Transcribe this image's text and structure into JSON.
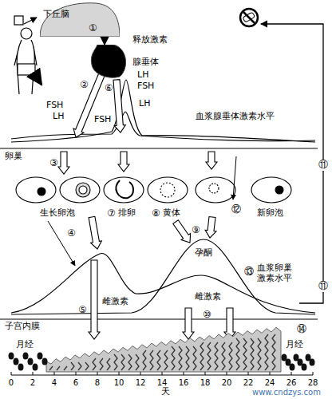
{
  "diagram": {
    "nodes": [
      {
        "text": [
          "下丘脑"
        ]
      },
      {
        "text": [
          "腺垂体"
        ]
      }
    ],
    "edges": [
      {
        "from": 0,
        "to": 1,
        "arrow": "to",
        "label": "①"
      }
    ],
    "labels": [
      "释放激素",
      "②",
      "⑥",
      "FSH",
      "LH",
      "LH",
      "FSH",
      "LH",
      "FSH",
      "血浆腺垂体激素水平",
      "⑪",
      "卵巢",
      "③",
      "生长卵泡",
      "⑦",
      "排卵",
      "⑧",
      "黄体",
      "⑫",
      "新卵泡",
      "④",
      "⑨",
      "孕酮",
      "雌激素",
      "雌激素",
      "⑬",
      "血浆卵巢激素水平",
      "子宫内膜",
      "⑤",
      "⑩",
      "⑪",
      "⑭",
      "月经",
      "月经",
      "0",
      "2",
      "4",
      "6",
      "8",
      "10",
      "12",
      "14",
      "16",
      "18",
      "20",
      "22",
      "24",
      "26",
      "28",
      "天",
      "www.cndzys.com"
    ]
  }
}
